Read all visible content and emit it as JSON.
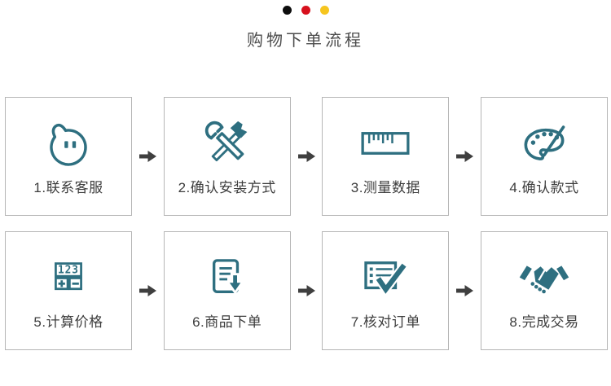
{
  "header": {
    "title": "购物下单流程",
    "dots": [
      {
        "name": "dot-black",
        "color": "#0d0d0d"
      },
      {
        "name": "dot-red",
        "color": "#d7101d"
      },
      {
        "name": "dot-gold",
        "color": "#f6c51f"
      }
    ]
  },
  "colors": {
    "icon_teal": "#2e6f80",
    "arrow_gray": "#3f3f3f",
    "box_border": "#b6b6b6",
    "title_text": "#4c4c4c",
    "label_text": "#3d3d3d"
  },
  "flow": {
    "calculator_display": "123",
    "rows": [
      {
        "steps": [
          {
            "label": "1.联系客服",
            "icon": "chat-bubble-icon"
          },
          {
            "label": "2.确认安装方式",
            "icon": "wrench-hammer-icon"
          },
          {
            "label": "3.测量数据",
            "icon": "ruler-icon"
          },
          {
            "label": "4.确认款式",
            "icon": "palette-icon"
          }
        ]
      },
      {
        "steps": [
          {
            "label": "5.计算价格",
            "icon": "calculator-icon"
          },
          {
            "label": "6.商品下单",
            "icon": "order-document-icon"
          },
          {
            "label": "7.核对订单",
            "icon": "checklist-icon"
          },
          {
            "label": "8.完成交易",
            "icon": "handshake-icon"
          }
        ]
      }
    ]
  }
}
